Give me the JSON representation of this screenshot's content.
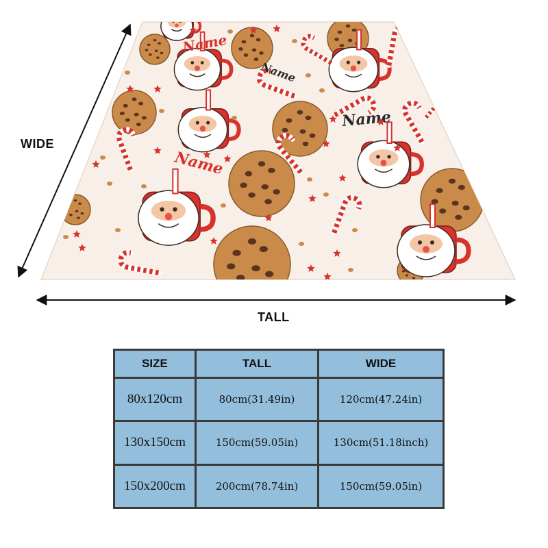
{
  "dimensions": {
    "wide_label": "WIDE",
    "tall_label": "TALL"
  },
  "blanket": {
    "print_text": "Name",
    "colors": {
      "background": "#f7efe8",
      "red": "#d7322b",
      "cookie": "#c98a4a",
      "chip": "#5a3420",
      "skin": "#f3c6a5"
    },
    "motifs": [
      "santa-mug-icon",
      "cookie-icon",
      "candy-cane-icon",
      "star-icon",
      "crumb-icon"
    ]
  },
  "size_table": {
    "headers": [
      "SIZE",
      "TALL",
      "WIDE"
    ],
    "rows": [
      {
        "size": "80x120cm",
        "tall": "80cm(31.49in)",
        "wide": "120cm(47.24in)"
      },
      {
        "size": "130x150cm",
        "tall": "150cm(59.05in)",
        "wide": "130cm(51.18inch)"
      },
      {
        "size": "150x200cm",
        "tall": "200cm(78.74in)",
        "wide": "150cm(59.05in)"
      }
    ],
    "colors": {
      "cell": "#93bedc",
      "border": "#3a3a3a"
    }
  }
}
